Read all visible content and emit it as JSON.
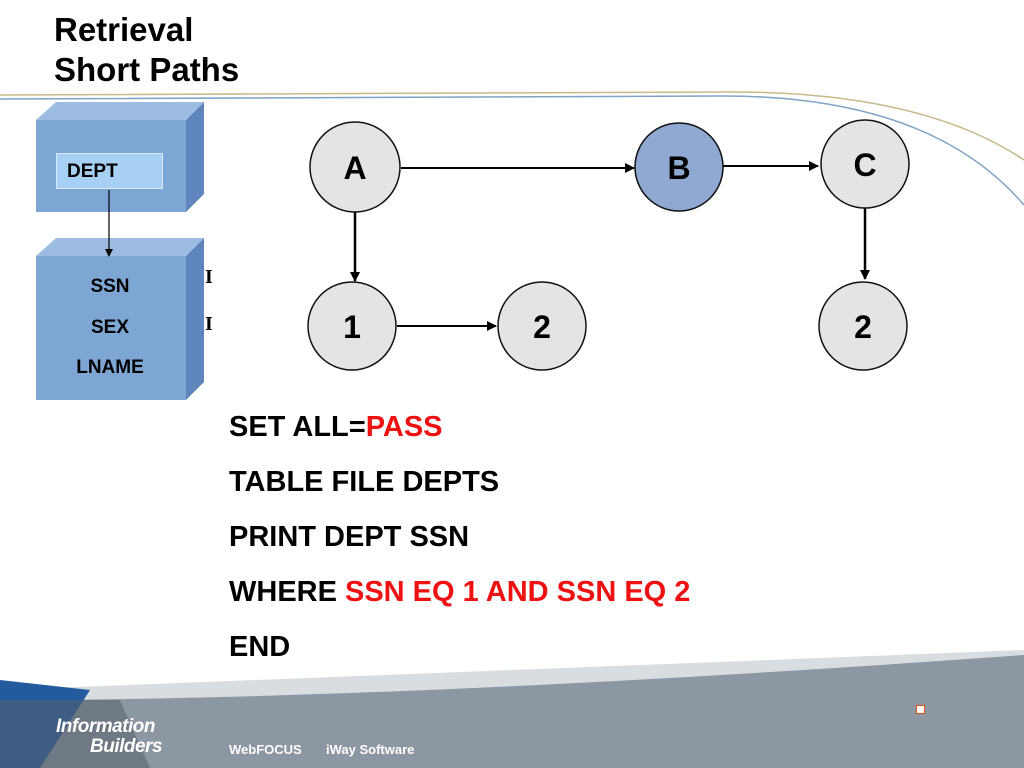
{
  "slide": {
    "title_line1": "Retrieval",
    "title_line2": "Short Paths"
  },
  "segments": {
    "parent": {
      "field": "DEPT"
    },
    "child": {
      "fields": [
        "SSN",
        "SEX",
        "LNAME"
      ],
      "index_marks": [
        "I",
        "I"
      ]
    }
  },
  "graph": {
    "nodes": [
      {
        "id": "A",
        "label": "A",
        "fill": "#e4e4e4"
      },
      {
        "id": "B",
        "label": "B",
        "fill": "#8fa9d3"
      },
      {
        "id": "C",
        "label": "C",
        "fill": "#e4e4e4"
      },
      {
        "id": "A1",
        "label": "1",
        "fill": "#e4e4e4"
      },
      {
        "id": "A2",
        "label": "2",
        "fill": "#e4e4e4"
      },
      {
        "id": "C2",
        "label": "2",
        "fill": "#e4e4e4"
      }
    ],
    "edges": [
      {
        "from": "A",
        "to": "B"
      },
      {
        "from": "B",
        "to": "C"
      },
      {
        "from": "A",
        "to": "A1"
      },
      {
        "from": "A1",
        "to": "A2"
      },
      {
        "from": "C",
        "to": "C2"
      }
    ]
  },
  "code": {
    "line1_prefix": "SET ALL=",
    "line1_value": "PASS",
    "line2": "TABLE FILE DEPTS",
    "line3": "PRINT DEPT SSN",
    "line4_prefix": "WHERE ",
    "line4_value": "SSN EQ 1 AND SSN EQ 2",
    "line5": "END"
  },
  "footer": {
    "brand_line1": "Information",
    "brand_line2": "Builders",
    "product1": "WebFOCUS",
    "product2": "iWay Software"
  },
  "colors": {
    "segment_front": "#7ea6d4",
    "segment_top": "#9dbce2",
    "segment_side": "#5e86bd",
    "highlight_text": "#ee1111",
    "footer_band": "#8d97a1",
    "footer_blue": "#245a9e"
  }
}
